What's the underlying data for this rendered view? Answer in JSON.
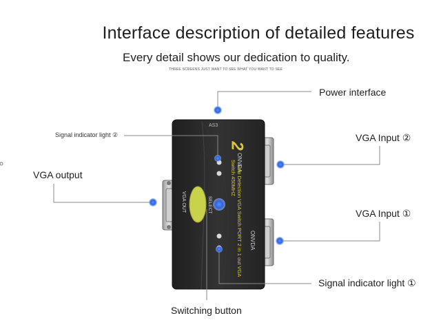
{
  "header": {
    "title": "Interface description of detailed features",
    "subtitle": "Every detail shows our dedication to quality.",
    "tagline": "THREE SCREENS JUST WANT TO SEE WHAT YOU WANT TO SEE"
  },
  "callouts": {
    "power_interface": "Power interface",
    "signal_light_2": "Signal indicator light ②",
    "vga_input_2": "VGA Input ②",
    "vga_output": "VGA output",
    "vga_input_1": "VGA Input ①",
    "signal_light_1": "Signal indicator light ①",
    "switching_button": "Switching button"
  },
  "device": {
    "model_label": "AS3",
    "port2_label": "ONVDA",
    "port1_label": "ONVDA",
    "out_label": "VGA OUT",
    "select_label": "SELECT",
    "product_line_1": "Auto Detection VGA Switch PORT 2 in 1 out VGA",
    "product_line_2": "Switch 450MHZ",
    "logo_number": "2"
  },
  "colors": {
    "callout_line": "#8a8a8a",
    "marker_blue": "#2f63d8",
    "device_body": "#2a2a2a",
    "accent_green": "#c8d24a",
    "logo_yellow": "#d9c83a"
  }
}
